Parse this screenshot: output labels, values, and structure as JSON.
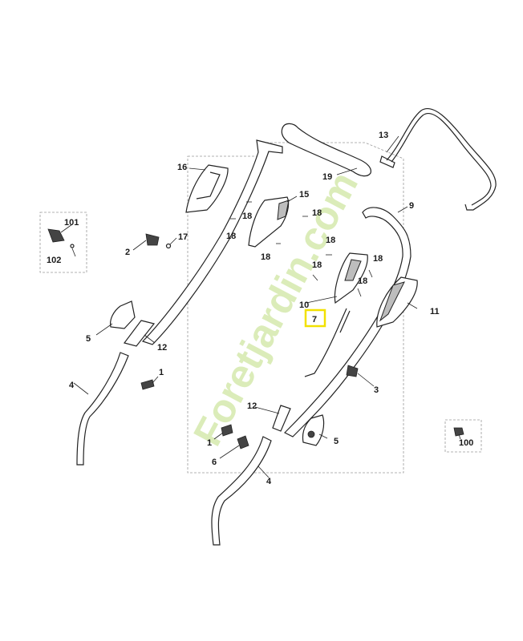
{
  "watermark": "Foretjardin.com",
  "highlight_color": "#f2e100",
  "labels": {
    "l1a": "1",
    "l1b": "1",
    "l2": "2",
    "l3": "3",
    "l4a": "4",
    "l4b": "4",
    "l5a": "5",
    "l5b": "5",
    "l6": "6",
    "l7": "7",
    "l9": "9",
    "l10": "10",
    "l11": "11",
    "l12a": "12",
    "l12b": "12",
    "l13": "13",
    "l15": "15",
    "l16": "16",
    "l17": "17",
    "l18a": "18",
    "l18b": "18",
    "l18c": "18",
    "l18d": "18",
    "l18e": "18",
    "l18f": "18",
    "l18g": "18",
    "l18h": "18",
    "l19": "19",
    "l100": "100",
    "l101": "101",
    "l102": "102"
  }
}
